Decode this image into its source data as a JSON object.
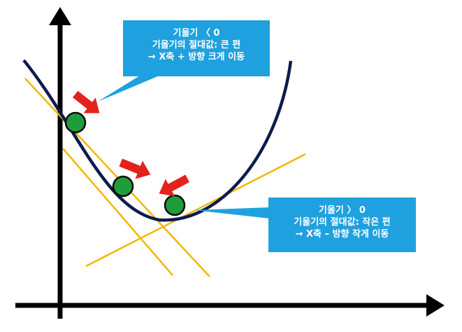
{
  "callouts": {
    "negative": {
      "line1": "기울기 〈 0",
      "line2": "기울기의 절대값: 큰 편",
      "line3": "→ X축 + 방향 크게 이동"
    },
    "positive": {
      "line1": "기울기 〉 0",
      "line2": "기울기의 절대값: 작은 편",
      "line3": "→ X축 – 방향 작게 이동"
    }
  },
  "colors": {
    "curve": "#0d1b4c",
    "tangent": "#f2b705",
    "ball": "#1f9d3a",
    "ball_outline": "#0b0b0b",
    "arrow": "#e5211b",
    "callout_bg": "#1fa1df",
    "axis": "#000000"
  }
}
